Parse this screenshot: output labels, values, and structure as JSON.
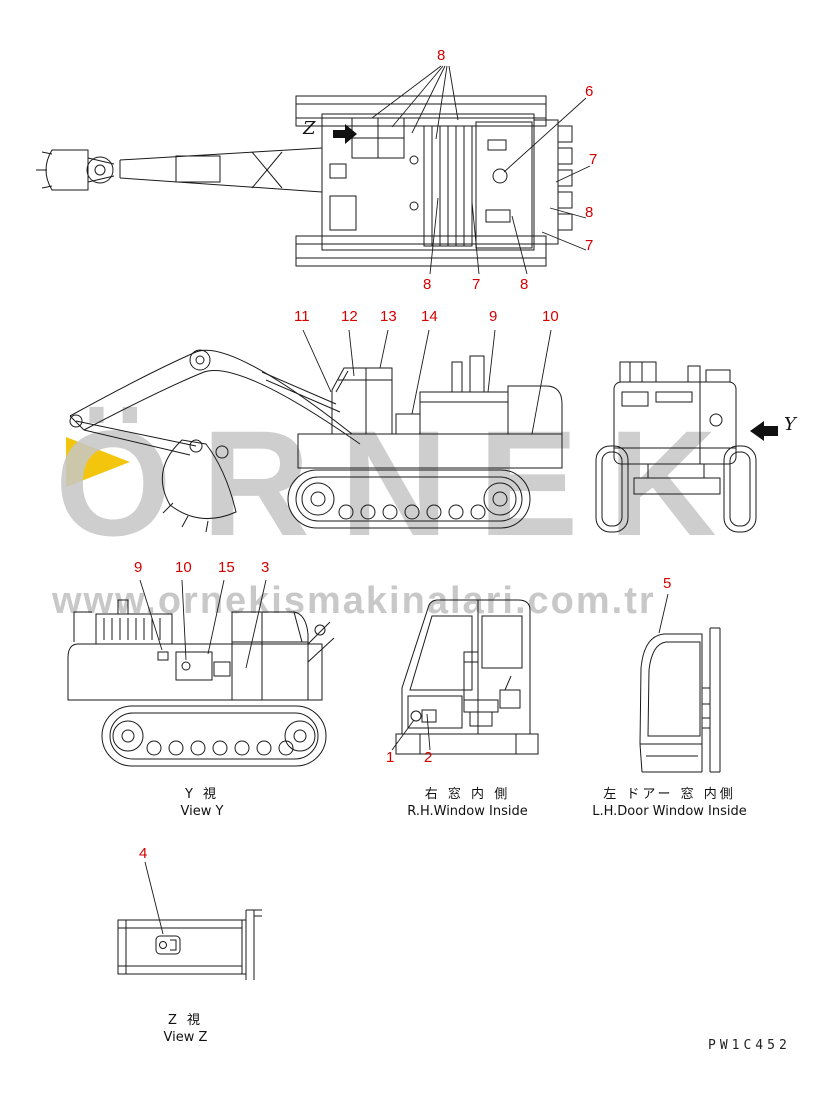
{
  "document": {
    "drawing_code": "PW1C452"
  },
  "watermark": {
    "brand": "ÖRNEK",
    "url": "www.ornekismakinalari.com.tr",
    "brand_color": "#c6c6c6",
    "logo_color": "#f2c300"
  },
  "colors": {
    "callout": "#d40000",
    "line": "#1a1a1a",
    "background": "#ffffff"
  },
  "view_letters": {
    "top_view": "Z",
    "rear_view": "Y"
  },
  "callouts": [
    {
      "area": "top-view",
      "text": "8"
    },
    {
      "area": "top-view",
      "text": "6"
    },
    {
      "area": "top-view",
      "text": "7"
    },
    {
      "area": "top-view",
      "text": "8"
    },
    {
      "area": "top-view",
      "text": "7"
    },
    {
      "area": "top-view",
      "text": "8"
    },
    {
      "area": "top-view",
      "text": "7"
    },
    {
      "area": "top-view",
      "text": "8"
    },
    {
      "area": "side-view",
      "text": "11"
    },
    {
      "area": "side-view",
      "text": "12"
    },
    {
      "area": "side-view",
      "text": "13"
    },
    {
      "area": "side-view",
      "text": "14"
    },
    {
      "area": "side-view",
      "text": "9"
    },
    {
      "area": "side-view",
      "text": "10"
    },
    {
      "area": "view-y",
      "text": "9"
    },
    {
      "area": "view-y",
      "text": "10"
    },
    {
      "area": "view-y",
      "text": "15"
    },
    {
      "area": "view-y",
      "text": "3"
    },
    {
      "area": "lh-door",
      "text": "5"
    },
    {
      "area": "rh-window",
      "text": "1"
    },
    {
      "area": "rh-window",
      "text": "2"
    },
    {
      "area": "view-z",
      "text": "4"
    }
  ],
  "labels": {
    "view_y": {
      "jp": "Y 視",
      "en": "View Y"
    },
    "rh_window": {
      "jp": "右 窓 内 側",
      "en": "R.H.Window Inside"
    },
    "lh_door": {
      "jp": "左 ドアー 窓 内側",
      "en": "L.H.Door Window Inside"
    },
    "view_z": {
      "jp": "Z 視",
      "en": "View Z"
    }
  }
}
